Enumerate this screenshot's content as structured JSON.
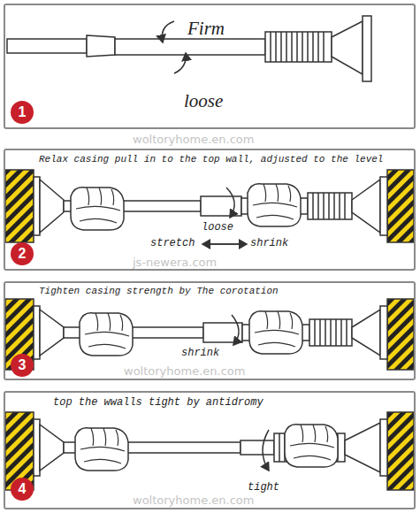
{
  "diagram": {
    "nodes": [
      {
        "text": [
          "Firm",
          "loose"
        ]
      },
      {
        "text": [
          "1"
        ],
        "in": 0
      },
      {
        "text": [
          "Relax casing pull in to the top wall, adjusted to the level",
          "loose",
          "stretch",
          "shrink"
        ]
      },
      {
        "text": [
          "2"
        ],
        "in": 2
      },
      {
        "text": [
          "Tighten casing strength by The corotation",
          "shrink"
        ]
      },
      {
        "text": [
          "3"
        ],
        "in": 4
      },
      {
        "text": [
          "top the wwalls tight by antidromy",
          "tight"
        ]
      },
      {
        "text": [
          "4"
        ],
        "in": 6
      }
    ],
    "labels": [
      "woltoryhome.en.com",
      "js-newera.com",
      "woltoryhome.en.com",
      "woltoryhome.en.com"
    ]
  }
}
